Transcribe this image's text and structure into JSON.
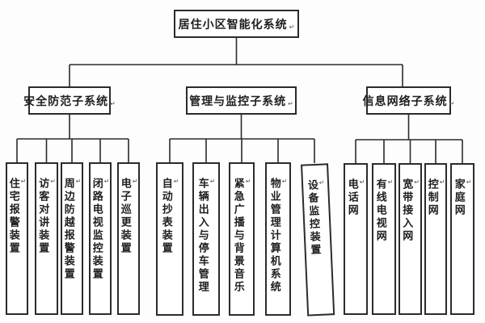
{
  "diagram": {
    "root": {
      "label": "居住小区智能化系统"
    },
    "groups": [
      {
        "label": "安全防范子系统",
        "children": [
          {
            "label": "住宅报警装置"
          },
          {
            "label": "访客对讲装置"
          },
          {
            "label": "周边防越报警装置"
          },
          {
            "label": "闭路电视监控装置"
          },
          {
            "label": "电子巡更装置"
          }
        ]
      },
      {
        "label": "管理与监控子系统",
        "children": [
          {
            "label": "自动抄表装置"
          },
          {
            "label": "车辆出入与停车管理"
          },
          {
            "label": "紧急广播与背景音乐"
          },
          {
            "label": "物业管理计算机系统"
          },
          {
            "label": "设备监控装置"
          }
        ]
      },
      {
        "label": "信息网络子系统",
        "children": [
          {
            "label": "电话网"
          },
          {
            "label": "有线电视网"
          },
          {
            "label": "宽带接入网"
          },
          {
            "label": "控制网"
          },
          {
            "label": "家庭网"
          }
        ]
      }
    ],
    "decor": {
      "return_mark": "↵",
      "line_color": "#2b2b2b",
      "box_border_color": "#2b2b2b",
      "background_color": "#fdfdfd"
    }
  }
}
